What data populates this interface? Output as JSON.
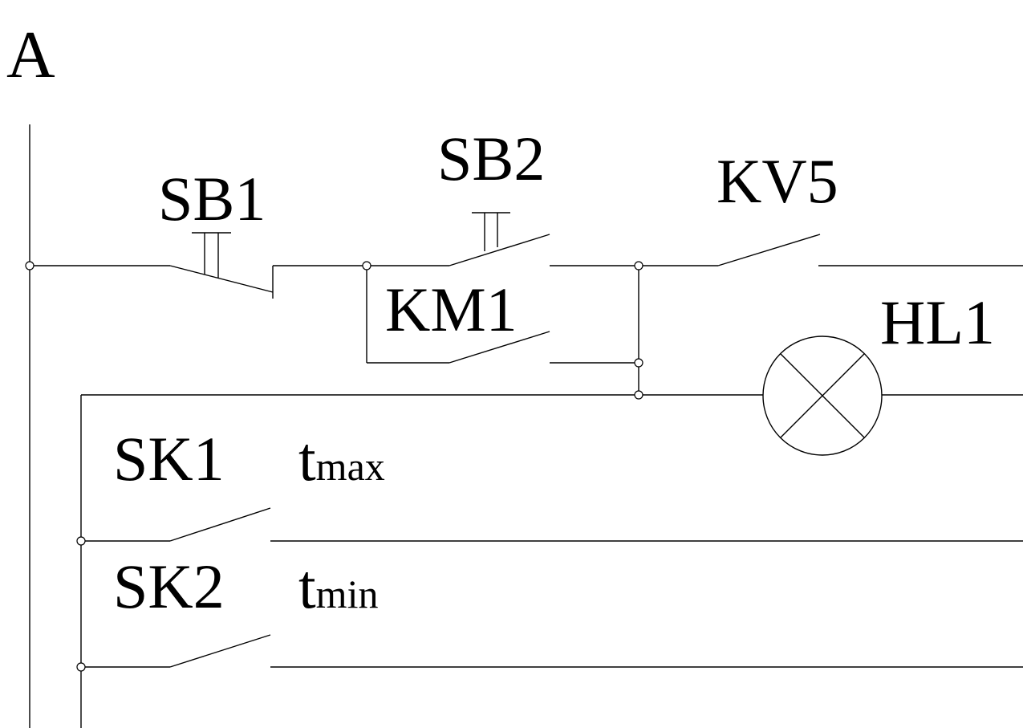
{
  "diagram": {
    "phase_label": "A",
    "components": {
      "sb1": "SB1",
      "sb2": "SB2",
      "km1": "KM1",
      "kv5": "KV5",
      "hl1": "HL1",
      "sk1": "SK1",
      "sk2": "SK2"
    },
    "thermostat": {
      "sk1": {
        "t": "t",
        "sub": "max"
      },
      "sk2": {
        "t": "t",
        "sub": "min"
      }
    },
    "colors": {
      "line": "#000000",
      "background": "#ffffff"
    }
  }
}
